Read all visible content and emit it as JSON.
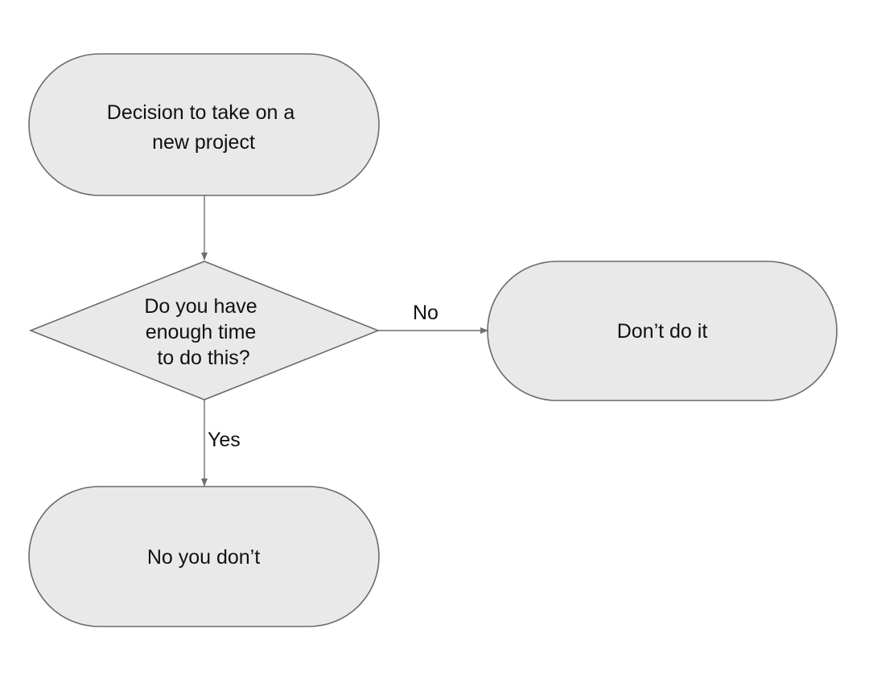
{
  "nodes": {
    "start": {
      "lines": [
        "Decision to take on a",
        "new project"
      ]
    },
    "decision": {
      "lines": [
        "Do you have",
        "enough time",
        "to do this?"
      ]
    },
    "no_outcome": {
      "lines": [
        "Don’t do it"
      ]
    },
    "yes_outcome": {
      "lines": [
        "No you don’t"
      ]
    }
  },
  "edges": {
    "no_label": "No",
    "yes_label": "Yes"
  },
  "colors": {
    "shape_fill": "#e9e9e9",
    "shape_stroke": "#6b6b6b",
    "connector": "#6e6e6e",
    "text": "#111111"
  }
}
